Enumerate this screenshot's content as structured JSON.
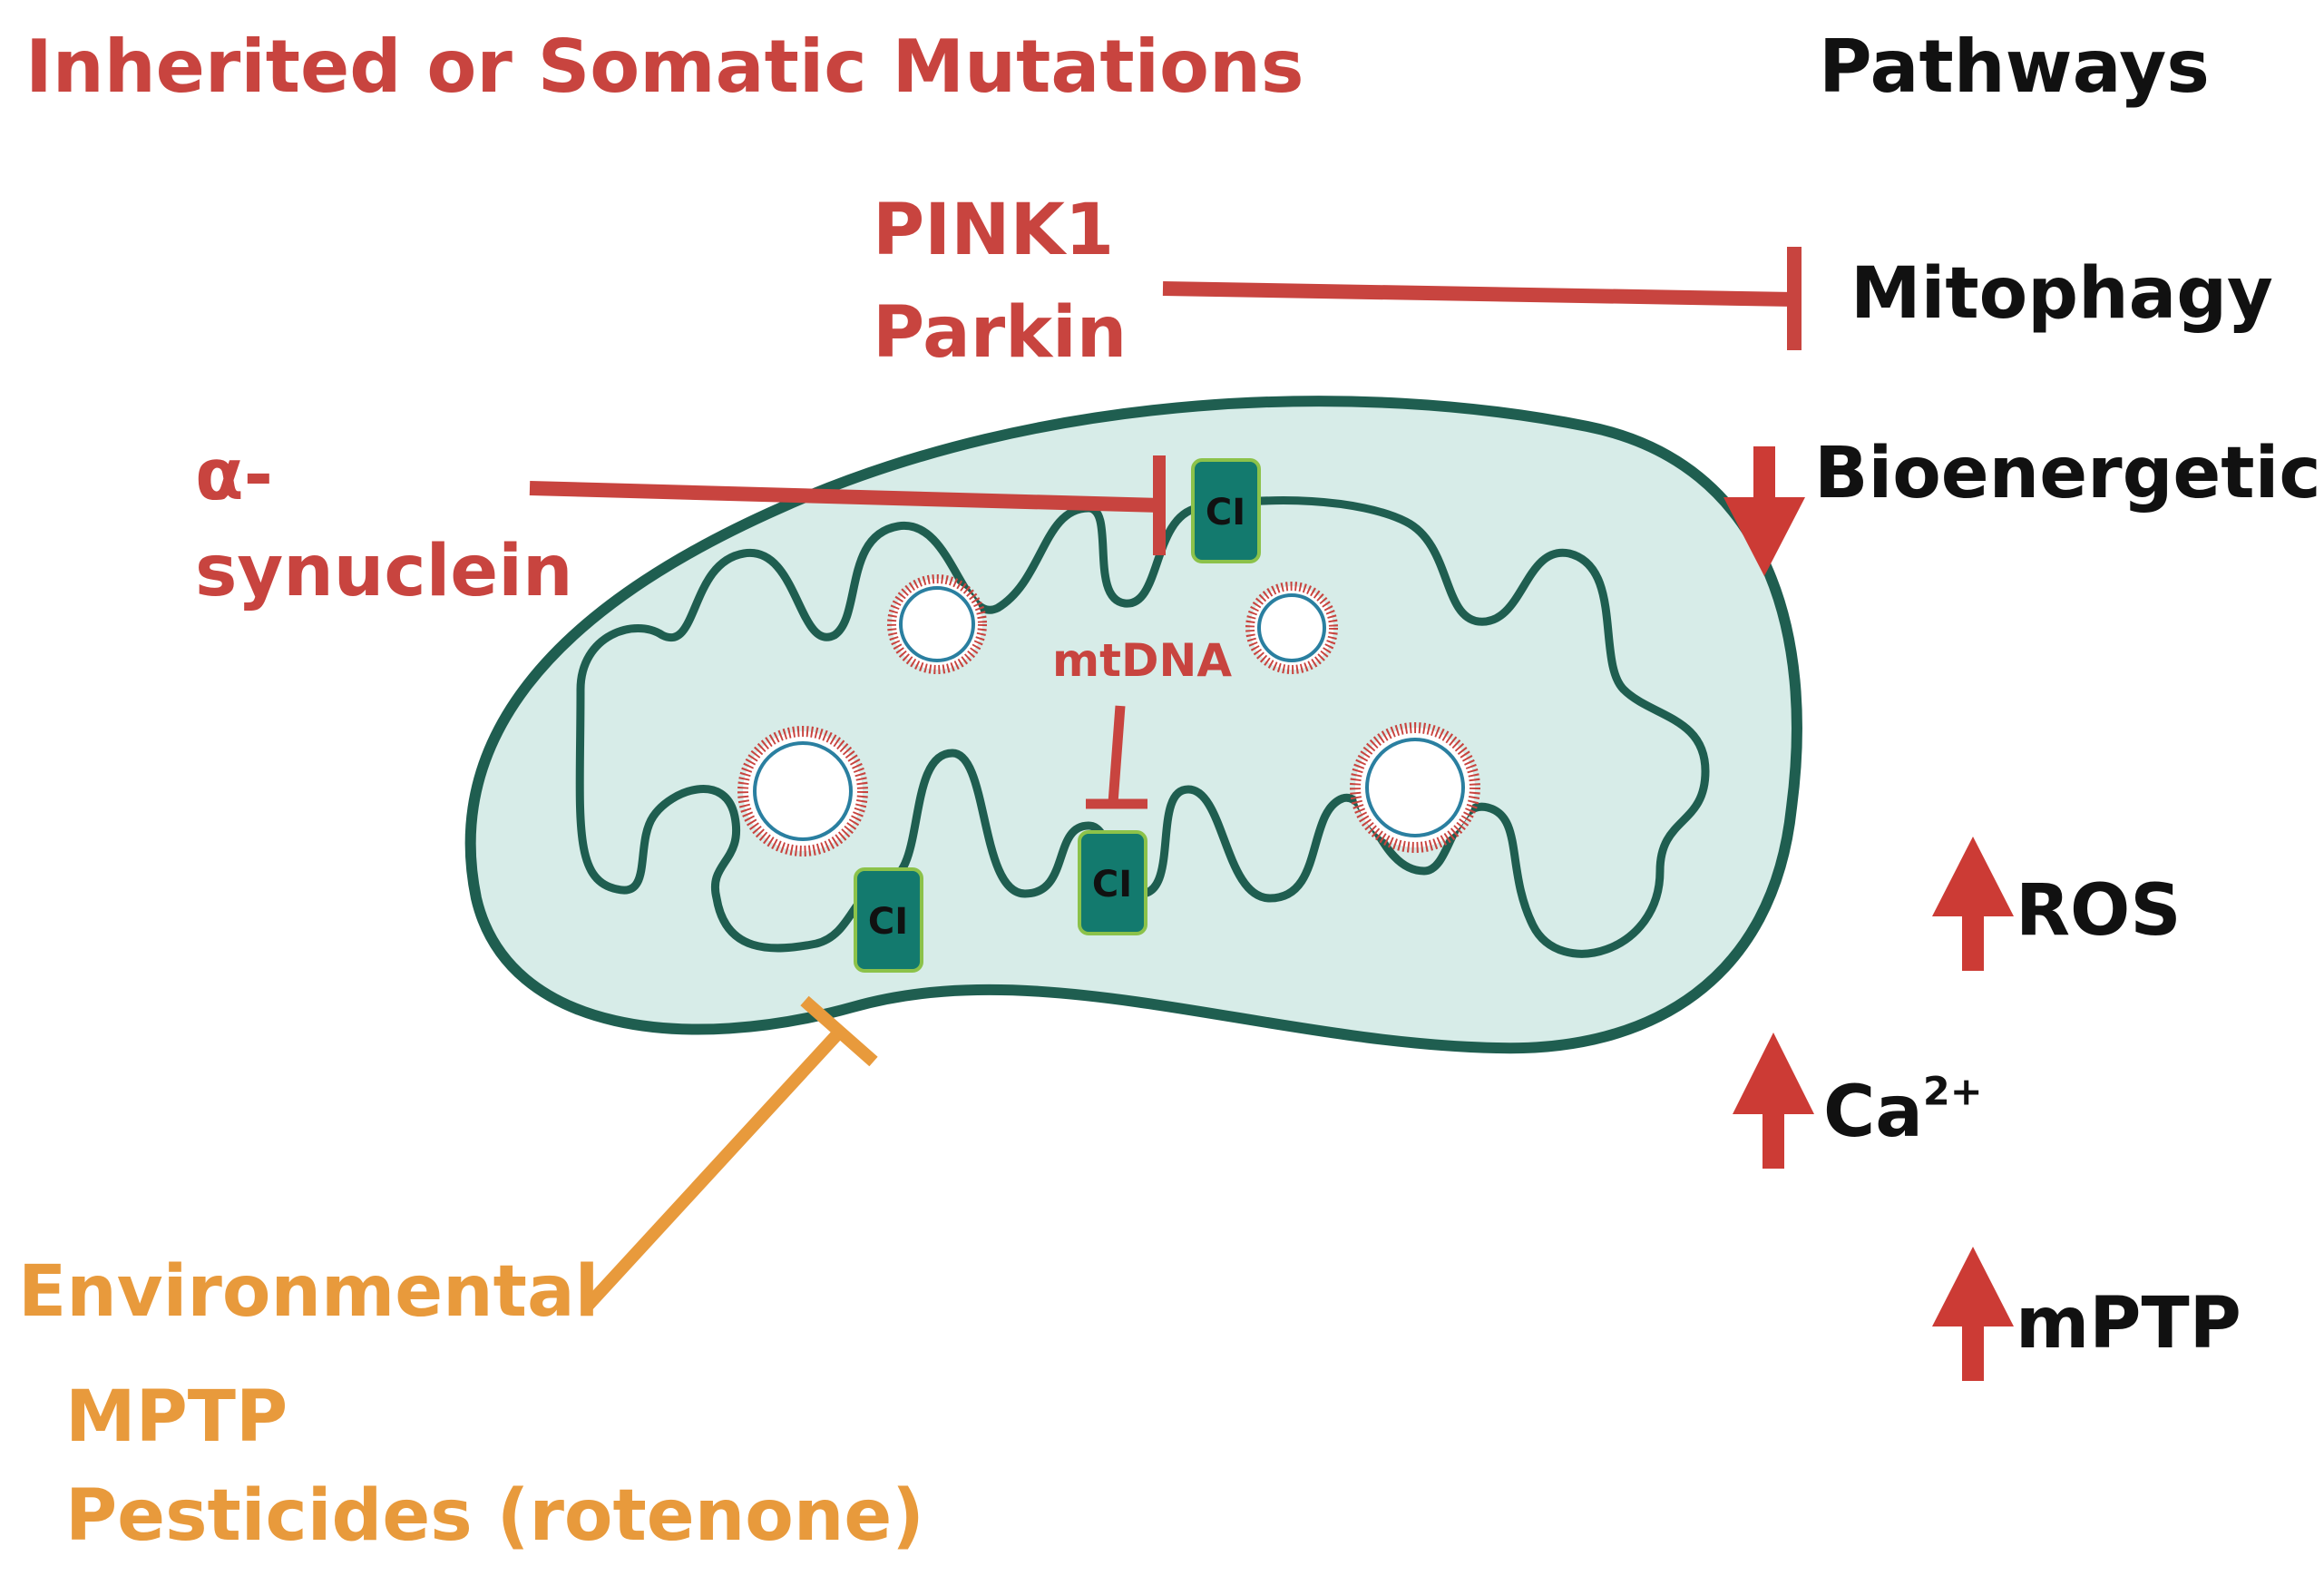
{
  "header": {
    "left_title": "Inherited or Somatic Mutations",
    "right_title": "Pathways"
  },
  "factors": {
    "pink1": "PINK1",
    "parkin": "Parkin",
    "alpha": "α-",
    "synuclein": "synuclein",
    "mtdna": "mtDNA",
    "environmental": "Environmental",
    "mptp": "MPTP",
    "pesticides": "Pesticides (rotenone)"
  },
  "complex_label": "CI",
  "pathways": {
    "mitophagy": "Mitophagy",
    "bioenergetics": "Bioenergetics",
    "ros": "ROS",
    "ca_base": "Ca",
    "ca_sup": "2+",
    "mptp": "mPTP"
  },
  "colors": {
    "red": "#c8443f",
    "orange": "#e89a3c",
    "membrane": "#1f5e50",
    "matrix": "#d7ece8",
    "complex_fill": "#137a6e",
    "arrow": "#cc3b35"
  }
}
